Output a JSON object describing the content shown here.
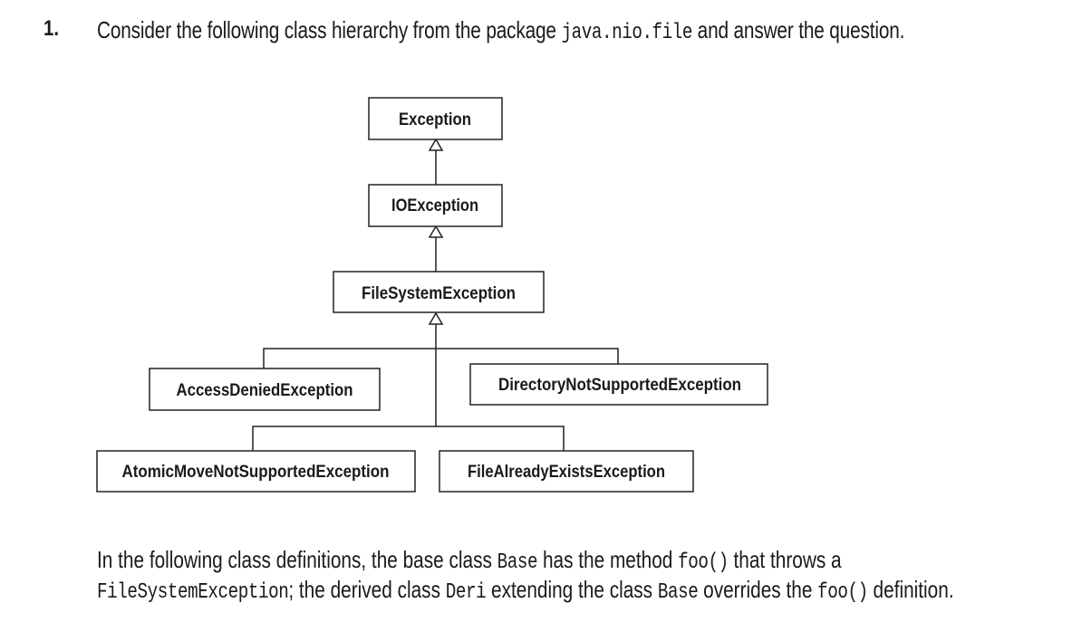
{
  "question": {
    "number": "1.",
    "text_before": "Consider the following class hierarchy from the package ",
    "code_package": "java.nio.file",
    "text_after": " and answer the question."
  },
  "diagram": {
    "classes": {
      "exception": "Exception",
      "ioexception": "IOException",
      "filesystemexception": "FileSystemException",
      "access_denied": "AccessDeniedException",
      "directory_not_supported": "DirectoryNotSupportedException",
      "atomic_move": "AtomicMoveNotSupportedException",
      "file_already_exists": "FileAlreadyExistsException"
    }
  },
  "paragraph": {
    "line1_a": "In the following class definitions, the base class ",
    "line1_code1": "Base",
    "line1_b": " has the method ",
    "line1_code2": "foo()",
    "line1_c": " that throws a",
    "line2_code1": "FileSystemException",
    "line2_a": "; the derived class ",
    "line2_code2": "Deri",
    "line2_b": " extending the class ",
    "line2_code3": "Base",
    "line2_c": " overrides the ",
    "line2_code4": "foo()",
    "line2_d": " definition."
  }
}
